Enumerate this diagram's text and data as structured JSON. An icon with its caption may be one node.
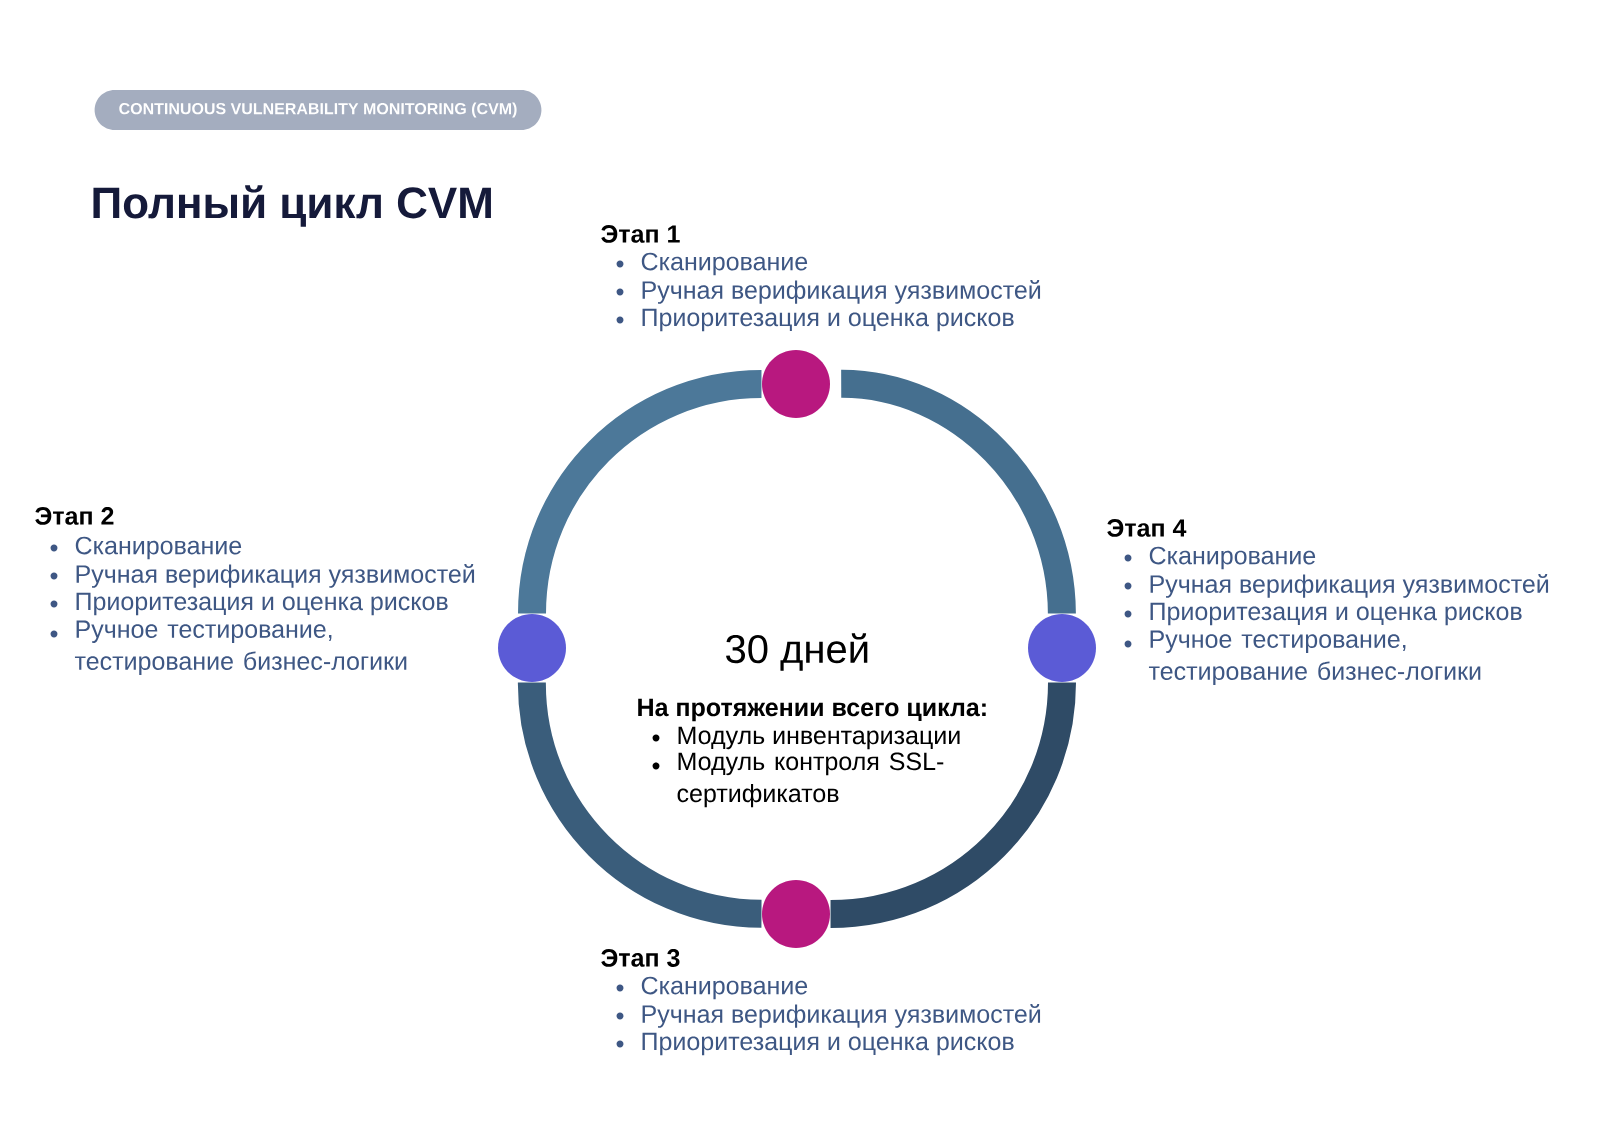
{
  "diagram": {
    "title": "Полный цикл CVM",
    "nodes": [
      {
        "text": [
          "CONTINUOUS VULNERABILITY MONITORING (CVM)"
        ]
      },
      {
        "text": [],
        "shape": "circle"
      },
      {
        "text": [],
        "shape": "circle"
      },
      {
        "text": [],
        "shape": "circle"
      },
      {
        "text": [],
        "shape": "circle"
      }
    ],
    "edges": [
      {
        "from": 1,
        "to": 4,
        "arrow": "none"
      },
      {
        "from": 4,
        "to": 3,
        "arrow": "none"
      },
      {
        "from": 3,
        "to": 2,
        "arrow": "none"
      },
      {
        "from": 2,
        "to": 1,
        "arrow": "none"
      }
    ],
    "labels": [
      "Этап 1",
      "Сканирование",
      "Ручная верификация уязвимостей",
      "Приоритезация и оценка рисков",
      "Этап 2",
      "Сканирование",
      "Ручная верификация уязвимостей",
      "Приоритезация и оценка рисков",
      "Ручное тестирование, тестирование бизнес-логики",
      "Этап 4",
      "Сканирование",
      "Ручная верификация уязвимостей",
      "Приоритезация и оценка рисков",
      "Ручное тестирование, тестирование бизнес-логики",
      "30 дней",
      "На протяжении всего цикла:",
      "Модуль инвентаризации",
      "Модуль контроля SSL-сертификатов",
      "Этап 3",
      "Сканирование",
      "Ручная верификация уязвимостей",
      "Приоритезация и оценка рисков"
    ]
  }
}
